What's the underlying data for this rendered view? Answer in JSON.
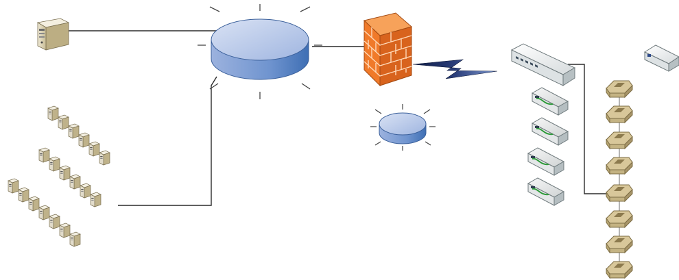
{
  "diagram": {
    "type": "network-topology",
    "colors": {
      "connector": "#2b2b2b",
      "hub_light": "#c6d3ee",
      "hub_dark": "#4f7fbf",
      "firewall": "#f07a2a",
      "firewall_mortar": "#ffd9b8",
      "wan_bolt": "#1a2a5a",
      "switch_body": "#eef1f2",
      "device_beige": "#d8c79a",
      "workstation": "#e2dccb"
    },
    "nodes": [
      {
        "id": "server",
        "icon": "server-tower-icon"
      },
      {
        "id": "core-hub",
        "icon": "network-cloud-hub-icon"
      },
      {
        "id": "firewall",
        "icon": "brick-firewall-icon"
      },
      {
        "id": "wan-link",
        "icon": "lightning-bolt-icon"
      },
      {
        "id": "small-hub",
        "icon": "network-hub-icon"
      },
      {
        "id": "rack-switch",
        "icon": "network-switch-icon"
      },
      {
        "id": "small-router",
        "icon": "router-icon"
      },
      {
        "id": "modems",
        "icon": "modem-icon",
        "count": 4
      },
      {
        "id": "device-chain",
        "icon": "hub-device-icon",
        "count": 8
      },
      {
        "id": "workstation-cluster",
        "icon": "workstation-icon",
        "count": 19
      }
    ],
    "links": [
      {
        "from": "server",
        "to": "core-hub"
      },
      {
        "from": "core-hub",
        "to": "firewall"
      },
      {
        "from": "firewall",
        "to": "rack-switch",
        "kind": "wan"
      },
      {
        "from": "core-hub",
        "to": "workstation-cluster"
      },
      {
        "from": "rack-switch",
        "to": "device-chain"
      }
    ]
  }
}
